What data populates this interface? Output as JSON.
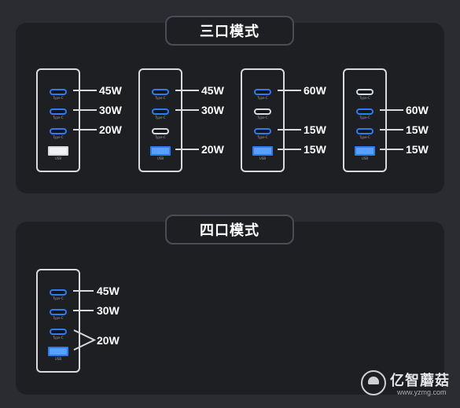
{
  "three_port": {
    "title": "三口模式",
    "configs": [
      {
        "ports": [
          {
            "type": "usb-c",
            "label": "Type-C",
            "active": true,
            "watt": "45W"
          },
          {
            "type": "usb-c",
            "label": "Type-C",
            "active": true,
            "watt": "30W"
          },
          {
            "type": "usb-c",
            "label": "Type-C",
            "active": true,
            "watt": "20W"
          },
          {
            "type": "usb-a",
            "label": "USB",
            "active": false,
            "watt": ""
          }
        ]
      },
      {
        "ports": [
          {
            "type": "usb-c",
            "label": "Type-C",
            "active": true,
            "watt": "45W"
          },
          {
            "type": "usb-c",
            "label": "Type-C",
            "active": true,
            "watt": "30W"
          },
          {
            "type": "usb-c",
            "label": "Type-C",
            "active": false,
            "watt": ""
          },
          {
            "type": "usb-a",
            "label": "USB",
            "active": true,
            "watt": "20W"
          }
        ]
      },
      {
        "ports": [
          {
            "type": "usb-c",
            "label": "Type-C",
            "active": true,
            "watt": "60W"
          },
          {
            "type": "usb-c",
            "label": "Type-C",
            "active": false,
            "watt": ""
          },
          {
            "type": "usb-c",
            "label": "Type-C",
            "active": true,
            "watt": "15W"
          },
          {
            "type": "usb-a",
            "label": "USB",
            "active": true,
            "watt": "15W"
          }
        ]
      },
      {
        "ports": [
          {
            "type": "usb-c",
            "label": "Type-C",
            "active": false,
            "watt": ""
          },
          {
            "type": "usb-c",
            "label": "Type-C",
            "active": true,
            "watt": "60W"
          },
          {
            "type": "usb-c",
            "label": "Type-C",
            "active": true,
            "watt": "15W"
          },
          {
            "type": "usb-a",
            "label": "USB",
            "active": true,
            "watt": "15W"
          }
        ]
      }
    ]
  },
  "four_port": {
    "title": "四口模式",
    "ports": [
      {
        "type": "usb-c",
        "label": "Type-C",
        "active": true
      },
      {
        "type": "usb-c",
        "label": "Type-C",
        "active": true
      },
      {
        "type": "usb-c",
        "label": "Type-C",
        "active": true
      },
      {
        "type": "usb-a",
        "label": "USB",
        "active": true
      }
    ],
    "watts": [
      "45W",
      "30W",
      "20W"
    ]
  },
  "watermark": {
    "name": "亿智蘑菇",
    "url": "www.yzmg.com"
  },
  "colors": {
    "accent": "#2e7bf2",
    "inactive": "#d9dade",
    "panel": "#1d1f23",
    "background": "#2a2c31"
  }
}
